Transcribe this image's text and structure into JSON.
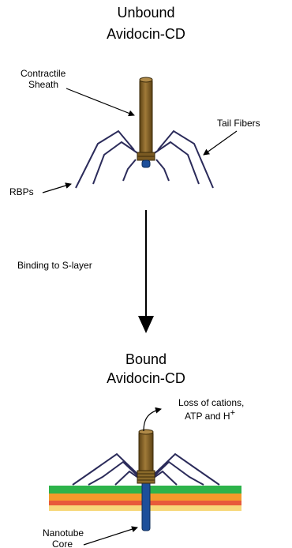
{
  "diagram": {
    "top_title_line1": "Unbound",
    "top_title_line2": "Avidocin-CD",
    "label_contractile_line1": "Contractile",
    "label_contractile_line2": "Sheath",
    "label_tail_fibers": "Tail Fibers",
    "label_rbps": "RBPs",
    "label_binding": "Binding to S-layer",
    "bottom_title_line1": "Bound",
    "bottom_title_line2": "Avidocin-CD",
    "label_loss_line1": "Loss of cations,",
    "label_loss_line2": "ATP and H",
    "label_loss_superscript": "+",
    "label_nanotube_line1": "Nanotube",
    "label_nanotube_line2": "Core"
  },
  "colors": {
    "sheath": "#7a5a22",
    "sheath_highlight": "#a07a38",
    "fiber": "#2b2b5a",
    "core": "#1d4f9a",
    "slayer_green": "#2db34a",
    "slayer_orange": "#f39a2b",
    "slayer_red": "#e85a3a",
    "slayer_yellow": "#f7d879"
  }
}
